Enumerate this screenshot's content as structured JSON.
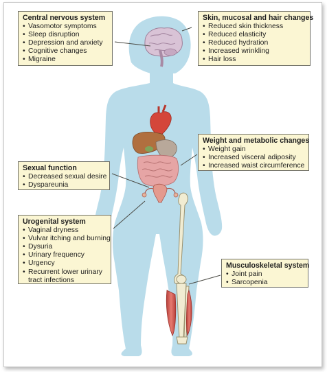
{
  "callouts": {
    "cns": {
      "title": "Central nervous system",
      "items": [
        "Vasomotor symptoms",
        "Sleep disruption",
        "Depression and anxiety",
        "Cognitive changes",
        "Migraine"
      ]
    },
    "skin": {
      "title": "Skin, mucosal and hair changes",
      "items": [
        "Reduced skin thickness",
        "Reduced elasticity",
        "Reduced hydration",
        "Increased wrinkling",
        "Hair loss"
      ]
    },
    "weight": {
      "title": "Weight and metabolic changes",
      "items": [
        "Weight gain",
        "Increased visceral adiposity",
        "Increased waist circumference"
      ]
    },
    "sexual": {
      "title": "Sexual function",
      "items": [
        "Decreased sexual desire",
        "Dyspareunia"
      ]
    },
    "urogenital": {
      "title": "Urogenital system",
      "items": [
        "Vaginal dryness",
        "Vulvar itching and burning",
        "Dysuria",
        "Urinary frequency",
        "Urgency",
        "Recurrent lower urinary tract infections"
      ]
    },
    "musculo": {
      "title": "Musculoskeletal system",
      "items": [
        "Joint pain",
        "Sarcopenia"
      ]
    }
  },
  "colors": {
    "silhouette": "#b9dcea",
    "callout_fill": "#fbf6d3",
    "callout_border": "#6f6f66",
    "heart": "#d4463a",
    "liver": "#b06f3f",
    "intestine": "#e6a5a5",
    "bone": "#f1ecd2",
    "muscle": "#d8605a"
  }
}
